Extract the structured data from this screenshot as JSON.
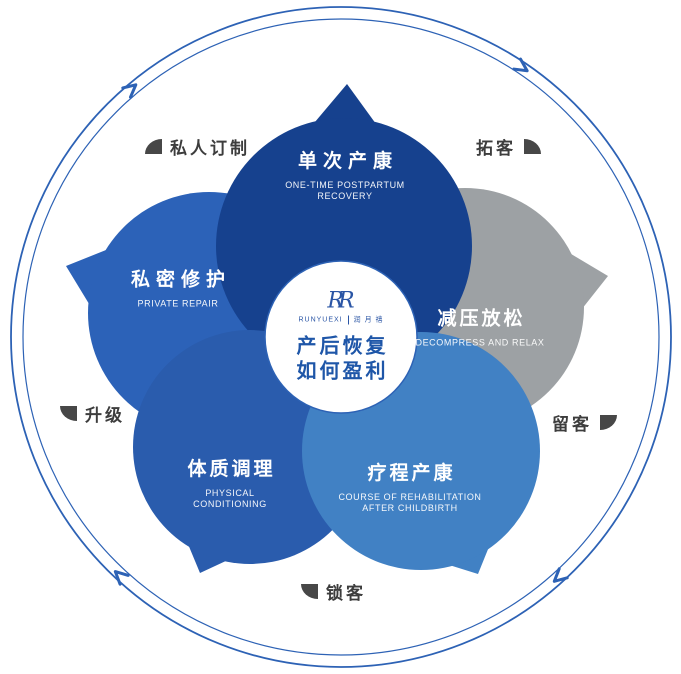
{
  "colors": {
    "ring_blue": "#2d62b5",
    "petal_top": "#16418e",
    "petal_right": "#9da1a4",
    "petal_bottom_right": "#4181c4",
    "petal_bottom_left": "#2a5cad",
    "petal_left": "#2c62b8",
    "center_title_blue": "#1e56a8",
    "label_dark": "#3d3d3d",
    "fan_icon_dark": "#474747",
    "petal_text_white": "#ffffff"
  },
  "center": {
    "monogram": "RR",
    "brand_en": "RUNYUEXI",
    "brand_cn": "润 月 禧",
    "title_line1": "产后恢复",
    "title_line2": "如何盈利"
  },
  "petals": {
    "top": {
      "title": "单次产康",
      "sub1": "ONE-TIME POSTPARTUM",
      "sub2": "RECOVERY"
    },
    "right": {
      "title": "减压放松",
      "sub1": "DECOMPRESS AND RELAX",
      "sub2": ""
    },
    "bottomRight": {
      "title": "疗程产康",
      "sub1": "COURSE OF REHABILITATION",
      "sub2": "AFTER CHILDBIRTH"
    },
    "bottomLeft": {
      "title": "体质调理",
      "sub1": "PHYSICAL",
      "sub2": "CONDITIONING"
    },
    "left": {
      "title": "私密修护",
      "sub1": "PRIVATE REPAIR",
      "sub2": ""
    }
  },
  "labels": {
    "topLeft": "私人订制",
    "topRight": "拓客",
    "right": "留客",
    "bottom": "锁客",
    "left": "升级"
  }
}
